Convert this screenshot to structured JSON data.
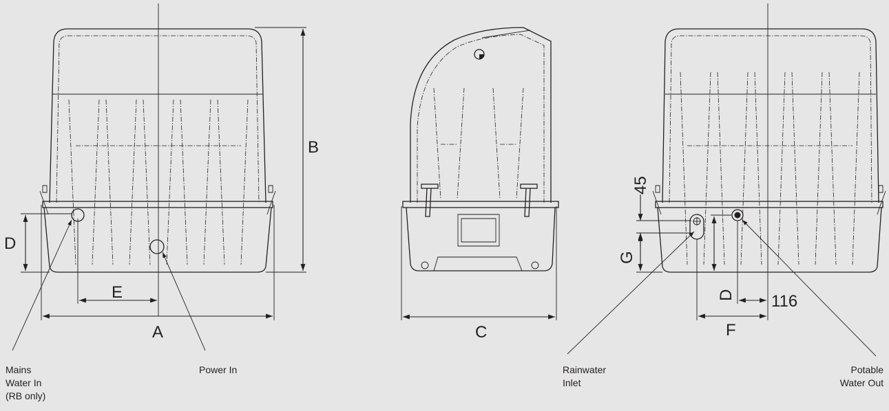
{
  "dimensions": {
    "A": "A",
    "B": "B",
    "C": "C",
    "D_left": "D",
    "E": "E",
    "G": "G",
    "D_right": "D",
    "F": "F",
    "val_45": "45",
    "val_116": "116"
  },
  "labels": {
    "mains": [
      "Mains",
      "Water In",
      "(RB only)"
    ],
    "power": "Power In",
    "rainwater": [
      "Rainwater",
      "Inlet"
    ],
    "potable": [
      "Potable",
      "Water Out"
    ]
  },
  "colors": {
    "background": "#e6e6e6",
    "ink": "#231f20"
  }
}
